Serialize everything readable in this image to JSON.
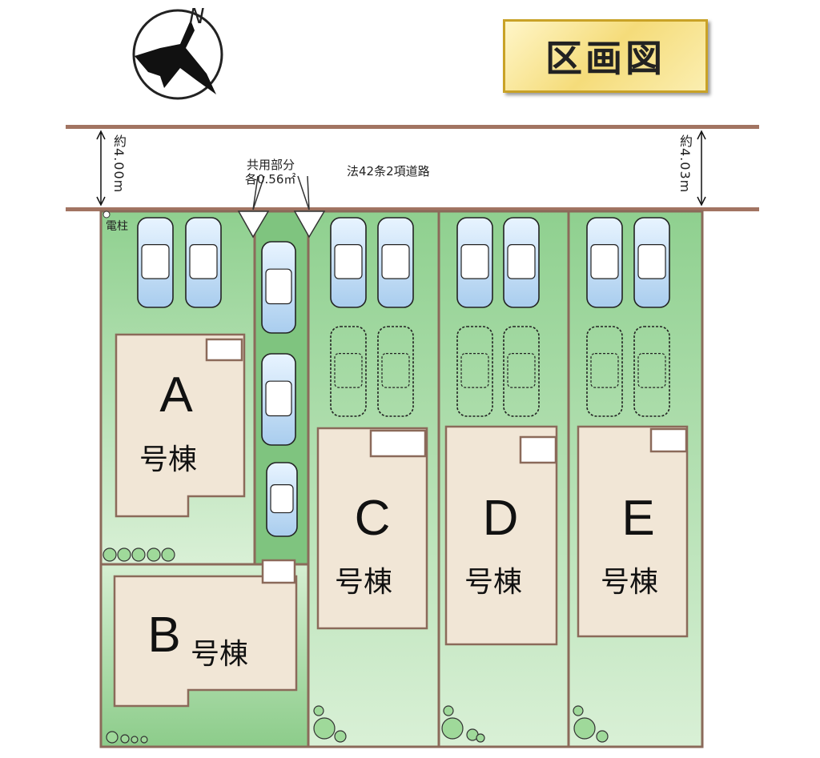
{
  "title": "区画図",
  "compass": {
    "north_label": "N"
  },
  "road": {
    "label": "法42条2項道路",
    "width_left": "約4.00m",
    "width_right": "約4.03m",
    "shared_label_1": "共用部分",
    "shared_label_2": "各0.56㎡",
    "pole_label": "電柱"
  },
  "lots": [
    {
      "letter": "A",
      "suffix": "号棟"
    },
    {
      "letter": "B",
      "suffix": "号棟"
    },
    {
      "letter": "C",
      "suffix": "号棟"
    },
    {
      "letter": "D",
      "suffix": "号棟"
    },
    {
      "letter": "E",
      "suffix": "号棟"
    }
  ],
  "colors": {
    "road_line": "#a27462",
    "lot_green": "#b9e2b4",
    "lot_green_dark": "#7fc47f",
    "house": "#f1e6d6",
    "lot_border": "#8b6a5a"
  }
}
